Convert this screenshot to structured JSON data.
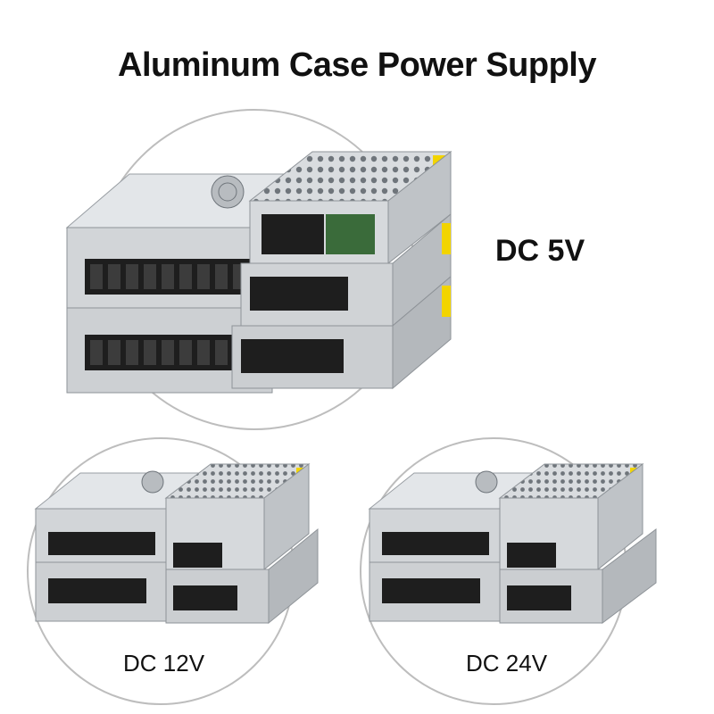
{
  "title": "Aluminum Case Power Supply",
  "variants": [
    {
      "label": "DC 5V"
    },
    {
      "label": "DC 12V"
    },
    {
      "label": "DC 24V"
    }
  ],
  "colors": {
    "metal_light": "#e6e8ea",
    "metal_mid": "#c4c8cc",
    "metal_dark": "#8e9398",
    "terminal": "#1e1e1e",
    "tape": "#f2d400",
    "pcb": "#3a6b3a",
    "circle_border": "#bdbdbd"
  }
}
